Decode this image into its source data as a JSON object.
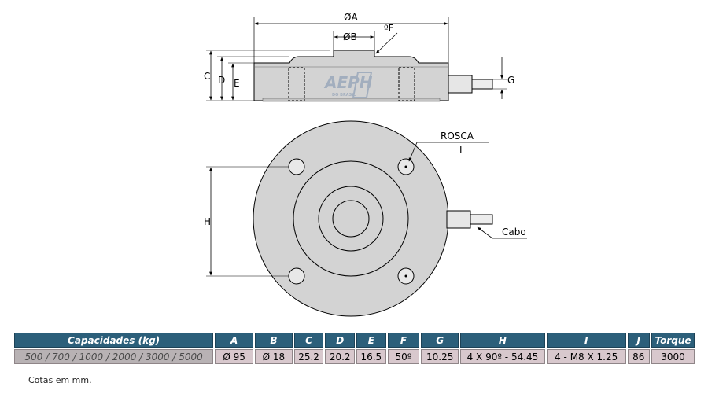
{
  "labels": {
    "dim_a": "ØA",
    "dim_b": "ØB",
    "dim_f": "ºF",
    "dim_c": "C",
    "dim_d": "D",
    "dim_e": "E",
    "dim_g": "G",
    "dim_h": "H",
    "rosca": "ROSCA",
    "rosca_i": "I",
    "cabo": "Cabo",
    "logo": "AEPH DO BRASIL"
  },
  "table": {
    "headers": [
      "Capacidades (kg)",
      "A",
      "B",
      "C",
      "D",
      "E",
      "F",
      "G",
      "H",
      "I",
      "J",
      "Torque"
    ],
    "row": [
      "500 / 700 / 1000 / 2000 / 3000 / 5000",
      "Ø 95",
      "Ø 18",
      "25.2",
      "20.2",
      "16.5",
      "50º",
      "10.25",
      "4 X 90º - 54.45",
      "4 - M8 X 1.25",
      "86",
      "3000"
    ]
  },
  "note": "Cotas em mm.",
  "colors": {
    "header_bg": "#2c5f7a",
    "cell_bg": "#d8c8cd",
    "capacity_cell_bg": "#b8b2b4",
    "drawing_fill": "#d3d3d3",
    "logo": "#9aa8bb"
  }
}
